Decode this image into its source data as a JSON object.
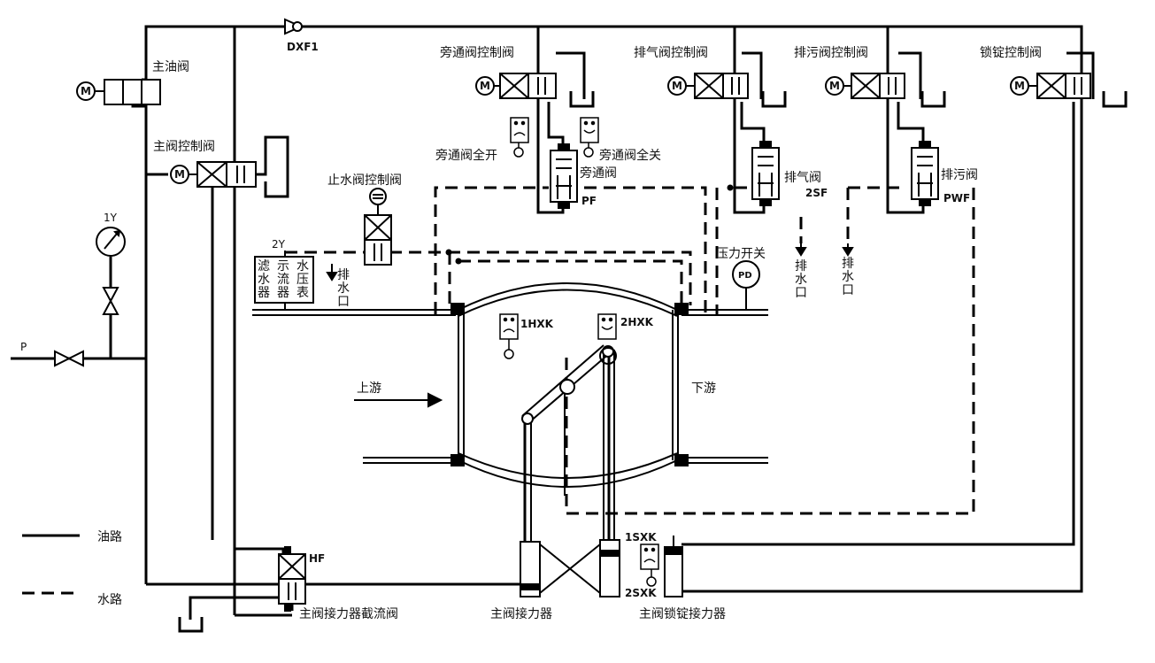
{
  "labels": {
    "main_oil_valve": "主油阀",
    "main_valve_control_valve": "主阀控制阀",
    "check_valve": "DXF1",
    "bypass_control_valve": "旁通阀控制阀",
    "vent_control_valve": "排气阀控制阀",
    "sewage_control_valve": "排污阀控制阀",
    "lock_control_valve": "锁锭控制阀",
    "bypass_full_open": "旁通阀全开",
    "bypass_full_close": "旁通阀全关",
    "bypass_valve": "旁通阀",
    "bypass_valve_code": "PF",
    "vent_valve": "排气阀",
    "vent_valve_code": "2SF",
    "sewage_valve": "排污阀",
    "sewage_valve_code": "PWF",
    "water_stop_control_valve": "止水阀控制阀",
    "gauge_1y": "1Y",
    "gauge_2y": "2Y",
    "inlet_p": "P",
    "filter_col1": "滤水器",
    "filter_col2": "示流器",
    "filter_col3": "水压表",
    "drain": "排水口",
    "pressure_switch": "压力开关",
    "pd": "PD",
    "hxk1": "1HXK",
    "hxk2": "2HXK",
    "upstream": "上游",
    "downstream": "下游",
    "sxk1": "1SXK",
    "sxk2": "2SXK",
    "hf": "HF",
    "main_valve_throttle": "主阀接力器截流阀",
    "main_servo": "主阀接力器",
    "lock_servo": "主阀锁锭接力器",
    "legend_oil": "油路",
    "legend_water": "水路",
    "motor_m": "M"
  }
}
